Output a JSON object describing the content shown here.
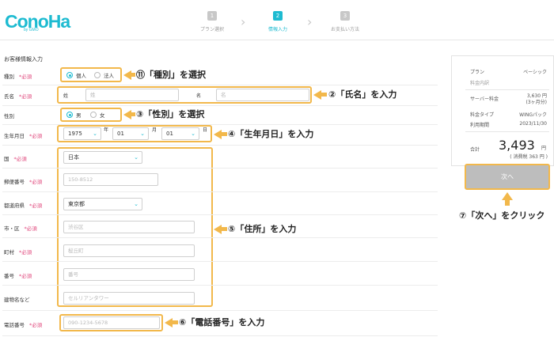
{
  "brand": {
    "name": "ConoHa",
    "sub": "by GMO"
  },
  "steps": [
    {
      "num": "1",
      "label": "プラン選択"
    },
    {
      "num": "2",
      "label": "情報入力"
    },
    {
      "num": "3",
      "label": "お支払い方法"
    }
  ],
  "section_title": "お客様情報入力",
  "required_mark": "*必須",
  "fields": {
    "type": {
      "label": "種別",
      "options": [
        "個人",
        "法人"
      ]
    },
    "name": {
      "label": "氏名",
      "last_label": "姓",
      "last_placeholder": "姓",
      "first_label": "名",
      "first_placeholder": "名"
    },
    "gender": {
      "label": "性別",
      "options": [
        "男",
        "女"
      ]
    },
    "birth": {
      "label": "生年月日",
      "year": "1975",
      "year_unit": "年",
      "month": "01",
      "month_unit": "月",
      "day": "01",
      "day_unit": "日"
    },
    "country": {
      "label": "国",
      "value": "日本"
    },
    "postal": {
      "label": "郵便番号",
      "placeholder": "150-8512"
    },
    "prefecture": {
      "label": "都道府県",
      "value": "東京都"
    },
    "city": {
      "label": "市・区",
      "placeholder": "渋谷区"
    },
    "town": {
      "label": "町村",
      "placeholder": "桜丘町"
    },
    "number": {
      "label": "番号",
      "placeholder": "番号"
    },
    "building": {
      "label": "建物名など",
      "placeholder": "セルリアンタワー"
    },
    "phone": {
      "label": "電話番号",
      "placeholder": "090-1234-5678"
    }
  },
  "annotations": {
    "a1": "⑪「種別」を選択",
    "a2": "②「氏名」を入力",
    "a3": "③「性別」を選択",
    "a4": "④「生年月日」を入力",
    "a5": "⑤「住所」を入力",
    "a6": "⑥「電話番号」を入力",
    "a7": "⑦「次へ」をクリック"
  },
  "summary": {
    "plan_label": "プラン",
    "plan_value": "ベーシック",
    "detail_label": "料金内訳",
    "server_label": "サーバー料金",
    "server_value": "3,630 円",
    "server_note": "(3ヶ月分)",
    "fee_type_label": "料金タイプ",
    "fee_type_value": "WINGパック",
    "period_label": "利用期間",
    "period_value": "2023/11/30",
    "total_label": "合計",
    "total_value": "3,493",
    "total_unit": "円",
    "tax_note": "( 消費税 363 円 )"
  },
  "next_button": "次へ",
  "colors": {
    "accent": "#1ebbd1",
    "highlight": "#f2b84b",
    "required": "#e0457b"
  }
}
